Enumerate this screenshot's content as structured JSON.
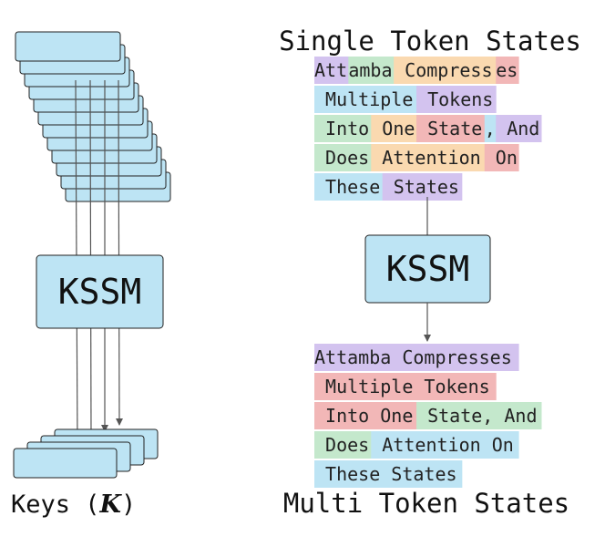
{
  "colors": {
    "box_fill": "#bde4f4",
    "box_stroke": "#222222",
    "arrow": "#555555",
    "purple": "#d3c3ef",
    "orange": "#fad9b0",
    "red": "#f2b7b7",
    "blue": "#bde4f4",
    "green": "#c4e8cc"
  },
  "left": {
    "kssm_label": "KSSM",
    "keys_label": "Keys (",
    "keys_symbol": "K",
    "keys_close": ")"
  },
  "right": {
    "top_title": "Single Token States",
    "kssm_label": "KSSM",
    "bottom_title": "Multi Token States",
    "top_lines": [
      [
        {
          "t": "Att",
          "c": "purple"
        },
        {
          "t": "amba",
          "c": "green"
        },
        {
          "t": " Compress",
          "c": "orange"
        },
        {
          "t": "es",
          "c": "red"
        }
      ],
      [
        {
          "t": " Multiple",
          "c": "blue"
        },
        {
          "t": " Tokens",
          "c": "purple"
        }
      ],
      [
        {
          "t": " Into",
          "c": "green"
        },
        {
          "t": " One",
          "c": "orange"
        },
        {
          "t": " State",
          "c": "red"
        },
        {
          "t": ",",
          "c": "blue"
        },
        {
          "t": " And",
          "c": "purple"
        }
      ],
      [
        {
          "t": " Does",
          "c": "green"
        },
        {
          "t": " Attention",
          "c": "orange"
        },
        {
          "t": " On",
          "c": "red"
        }
      ],
      [
        {
          "t": " These",
          "c": "blue"
        },
        {
          "t": " States",
          "c": "purple"
        }
      ]
    ],
    "bottom_lines": [
      [
        {
          "t": "Attamba Compresses",
          "c": "purple"
        }
      ],
      [
        {
          "t": " Multiple Tokens",
          "c": "red"
        }
      ],
      [
        {
          "t": " Into One",
          "c": "red"
        },
        {
          "t": " State, And",
          "c": "green"
        }
      ],
      [
        {
          "t": " Does",
          "c": "green"
        },
        {
          "t": " Attention On",
          "c": "blue"
        }
      ],
      [
        {
          "t": " These States",
          "c": "blue"
        }
      ]
    ]
  }
}
